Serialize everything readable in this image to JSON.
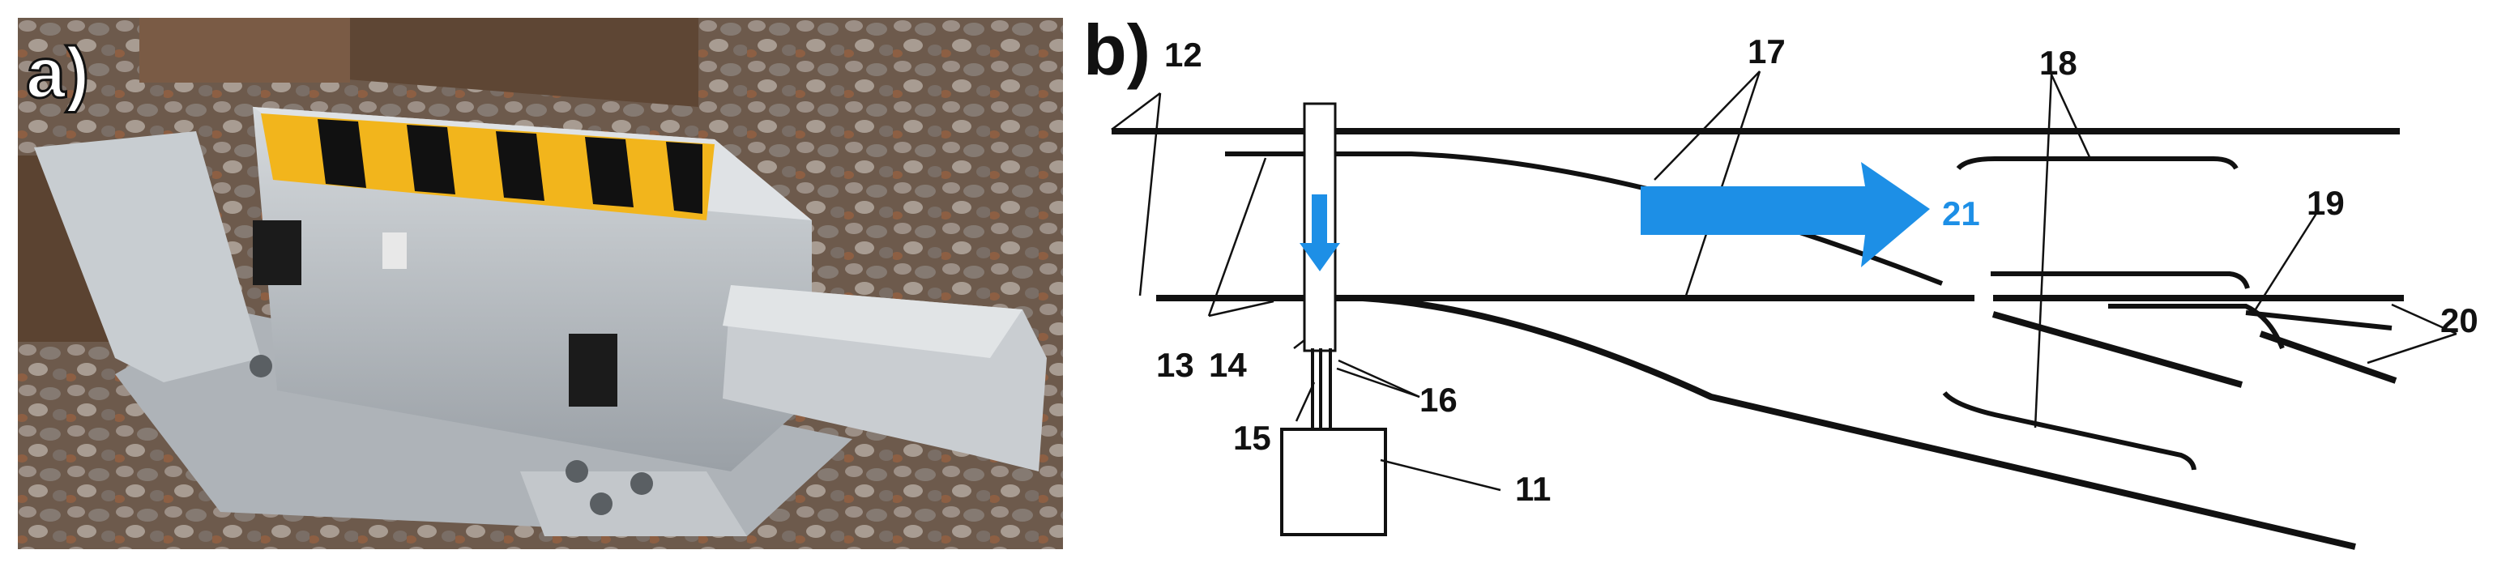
{
  "panels": {
    "a": {
      "label": "a)"
    },
    "b": {
      "label": "b)"
    }
  },
  "callouts": [
    "11",
    "12",
    "13",
    "14",
    "15",
    "16",
    "17",
    "18",
    "19",
    "20",
    "21"
  ],
  "colors": {
    "arrow_blue": "#1d8fe6",
    "rail_black": "#111111",
    "hazard_yellow": "#f2b51c",
    "housing_grey": "#b9bec4"
  }
}
